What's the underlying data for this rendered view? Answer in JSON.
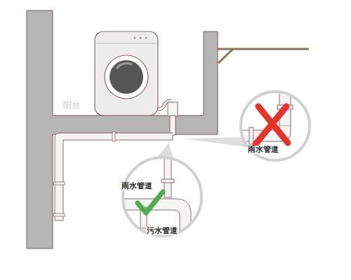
{
  "diagram": {
    "nodes": [
      {
        "text": [
          "雨水管道"
        ]
      },
      {
        "text": [
          "雨水管道",
          "污水管道"
        ]
      }
    ],
    "labels": [
      "阳台"
    ]
  }
}
